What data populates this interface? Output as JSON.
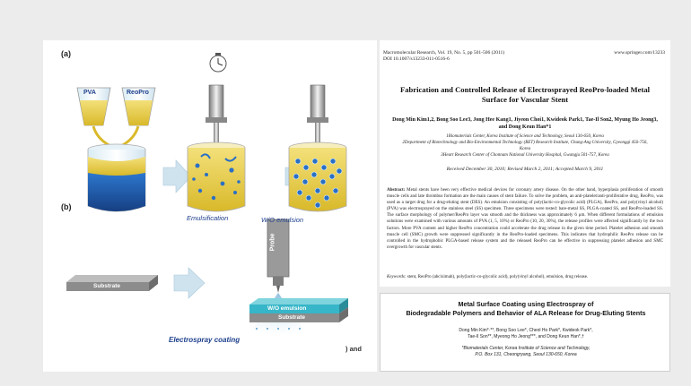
{
  "figure": {
    "label_a": "(a)",
    "label_b": "(b)",
    "pva_label": "PVA",
    "reopro_label": "ReoPro",
    "emulsification": "Emulsification",
    "wo_emulsion": "W/O emulsion",
    "probe_label": "Probe",
    "substrate_left": "Substrate",
    "wo_emulsion_layer": "W/O emulsion",
    "substrate_right": "Substrate",
    "electrospray_coating": "Electrospray coating",
    "trailing_word": ") and"
  },
  "paper1": {
    "journal_line": "Macromolecular Research, Vol. 19, No. 5, pp 501-506 (2011)",
    "doi_line": "DOI 10.1007/s13233-011-0516-6",
    "website": "www.springer.com/13233",
    "title": "Fabrication and Controlled Release of Electrosprayed ReoPro-loaded Metal Surface for Vascular Stent",
    "authors": "Dong Min Kim1,2, Bong Soo Lee3, Jong Hee Kang1, Jiyeon Choi1, Kwideok Park1, Tae-Il Son2, Myung Ho Jeong3, and Dong Keun Han*1",
    "affiliations": [
      "1Biomaterials Center, Korea Institute of Science and Technology, Seoul 136-650, Korea",
      "2Department of Biotechnology and Bio-Environmental Technology (BET) Research Institute, Chung-Ang University, Gyeonggi 456-756, Korea",
      "3Heart Research Center of Chonnam National University Hospital, Gwangju 501-757, Korea"
    ],
    "received": "Received December 30, 2010; Revised March 2, 2011; Accepted March 9, 2011",
    "abstract_label": "Abstract:",
    "abstract_text": "Metal stents have been very effective medical devices for coronary artery disease. On the other hand, hyperplasia proliferation of smooth muscle cells and late thrombus formation are the main causes of stent failure. To solve the problem, an anti-platelet/anti-proliferative drug, ReoPro, was used as a target drug for a drug-eluting stent (DES). An emulsion consisting of poly(lactic-co-glycolic acid) (PLGA), ReoPro, and poly(vinyl alcohol) (PVA) was electrosprayed on the stainless steel (SS) specimen. Three specimens were tested: bare-metal SS, PLGA-coated SS, and ReoPro-loaded SS. The surface morphology of polymer/ReoPro layer was smooth and the thickness was approximately 6 μm. When different formulations of emulsion solutions were examined with various amounts of PVA (1, 5, 10%) or ReoPro (10, 20, 30%), the release profiles were affected significantly by the two factors. More PVA content and higher ReoPro concentration could accelerate the drug release in the given time period. Platelet adhesion and smooth muscle cell (SMC) growth were suppressed significantly in the ReoPro-loaded specimens. This indicates that hydrophilic ReoPro release can be controlled in the hydrophobic PLGA-based release system and the released ReoPro can be effective in suppressing platelet adhesion and SMC overgrowth for vascular stents.",
    "keywords_label": "Keywords:",
    "keywords_text": "stent, ReoPro (abciximab), poly(lactic-co-glycolic acid), poly(vinyl alcohol), emulsion, drug release."
  },
  "paper2": {
    "title_line1": "Metal Surface Coating using Electrospray of",
    "title_line2": "Biodegradable Polymers and Behavior of ALA Release for Drug-Eluting Stents",
    "authors_line1": "Dong Min Kim*·**, Bong Soo Lee*, Cheol Ho Park*, Kwideok Park*,",
    "authors_line2": "Tae-Il Son**, Myeong Ho Jeong***, and Dong Keun Han*,†",
    "affil_line1": "*Biomaterials Center, Korea Institute of Science and Technology,",
    "affil_line2": "P.O. Box 131, Cheongryang, Seoul 130-650, Korea"
  },
  "colors": {
    "pva_liquid": "#e8cf4a",
    "reopro_liquid": "#e8cf4a",
    "beaker_liquid": "#1f5fb0",
    "emulsion_liquid": "#e8cf4a",
    "arrow": "#cfe3ef",
    "probe": "#9a9a9a",
    "substrate_gray": "#8c8c8c",
    "wo_layer": "#36b6c8",
    "label_blue": "#1d3f8c"
  }
}
